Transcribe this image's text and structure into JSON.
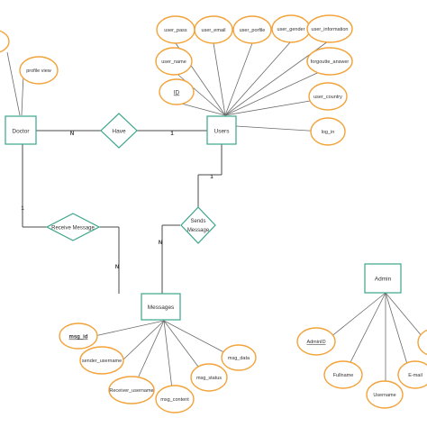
{
  "entities": {
    "doctor": "Doctor",
    "users": "Users",
    "messages": "Messages",
    "admin": "Admin"
  },
  "relationships": {
    "have": "Have",
    "receive_message": "Receive Message",
    "sends_message": [
      "Sends",
      "Message"
    ]
  },
  "cardinalities": {
    "doctor_have": "N",
    "have_users": "1",
    "doctor_receive": "1",
    "receive_messages": "N",
    "users_sends": "1",
    "sends_messages": "N"
  },
  "attributes": {
    "doctor": [
      "profile view"
    ],
    "users": [
      "user_pass",
      "user_email",
      "user_porfile",
      "user_gender",
      "user_information",
      "user_name",
      "forgoutte_answer",
      "ID",
      "user_country",
      "log_in"
    ],
    "messages": [
      "msg_id",
      "sender_username",
      "Receiver_username",
      "msg_content",
      "msg_status",
      "msg_data"
    ],
    "admin": [
      "AdminID",
      "Fullname",
      "Username",
      "E-mail"
    ]
  },
  "colors": {
    "entity_border": "#3aa58a",
    "attribute_border": "#f2a33a",
    "lines": "#6b6b6b"
  }
}
